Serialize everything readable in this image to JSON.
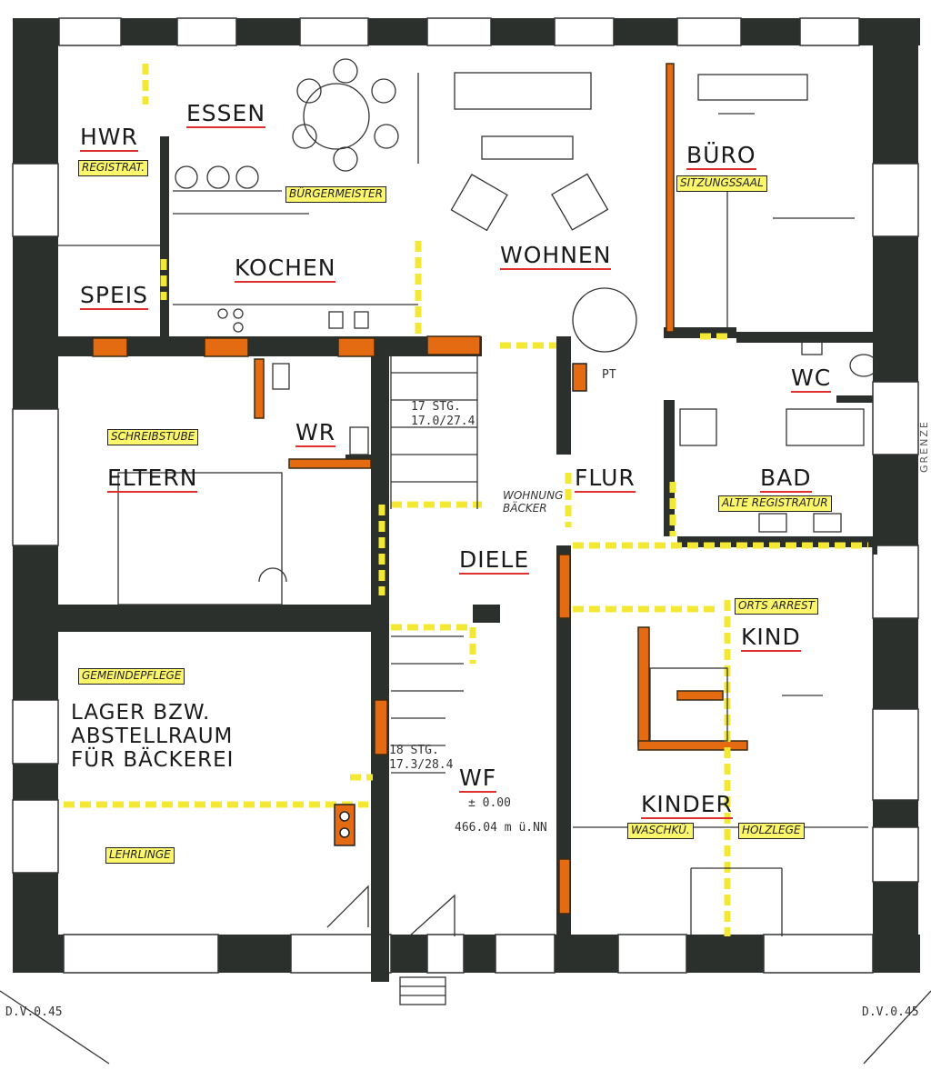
{
  "colors": {
    "wall": "#2b302c",
    "new_wall": "#e46b12",
    "removed_wall": "#f3e834",
    "label_underline": "#e0302e",
    "tag_fill": "#fbf66a"
  },
  "rooms": {
    "essen": "ESSEN",
    "hwr": "HWR",
    "buero": "BÜRO",
    "kochen": "KOCHEN",
    "wohnen": "WOHNEN",
    "speis": "SPEIS",
    "wc": "WC",
    "wr": "WR",
    "eltern": "ELTERN",
    "flur": "FLUR",
    "bad": "BAD",
    "diele": "DIELE",
    "kind": "KIND",
    "lager": "LAGER BZW.\nABSTELLRAUM\nFÜR BÄCKEREI",
    "wf": "WF",
    "kinder": "KINDER"
  },
  "tags": {
    "registrat": "REGISTRAT.",
    "buergermeister": "BÜRGERMEISTER",
    "sitzungssaal": "SITZUNGSSAAL",
    "schreibstube": "SCHREIBSTUBE",
    "alte_registratur": "ALTE REGISTRATUR",
    "wohnung_baecker": "WOHNUNG\nBÄCKER",
    "orts_arrest": "ORTS ARREST",
    "gemeindepflege": "GEMEINDEPFLEGE",
    "lehrlinge": "LEHRLINGE",
    "waschkue": "WASCHKÜ.",
    "holzlege": "HOLZLEGE"
  },
  "notes": {
    "stair_upper": "17 STG.\n17.0/27.4",
    "stair_lower": "18 STG.\n17.3/28.4",
    "pt": "PT",
    "wf_level": "± 0.00",
    "wf_elevation": "466.04 m ü.NN",
    "dv_left": "D.V.0.45",
    "dv_right": "D.V.0.45",
    "grenze": "GRENZE"
  }
}
